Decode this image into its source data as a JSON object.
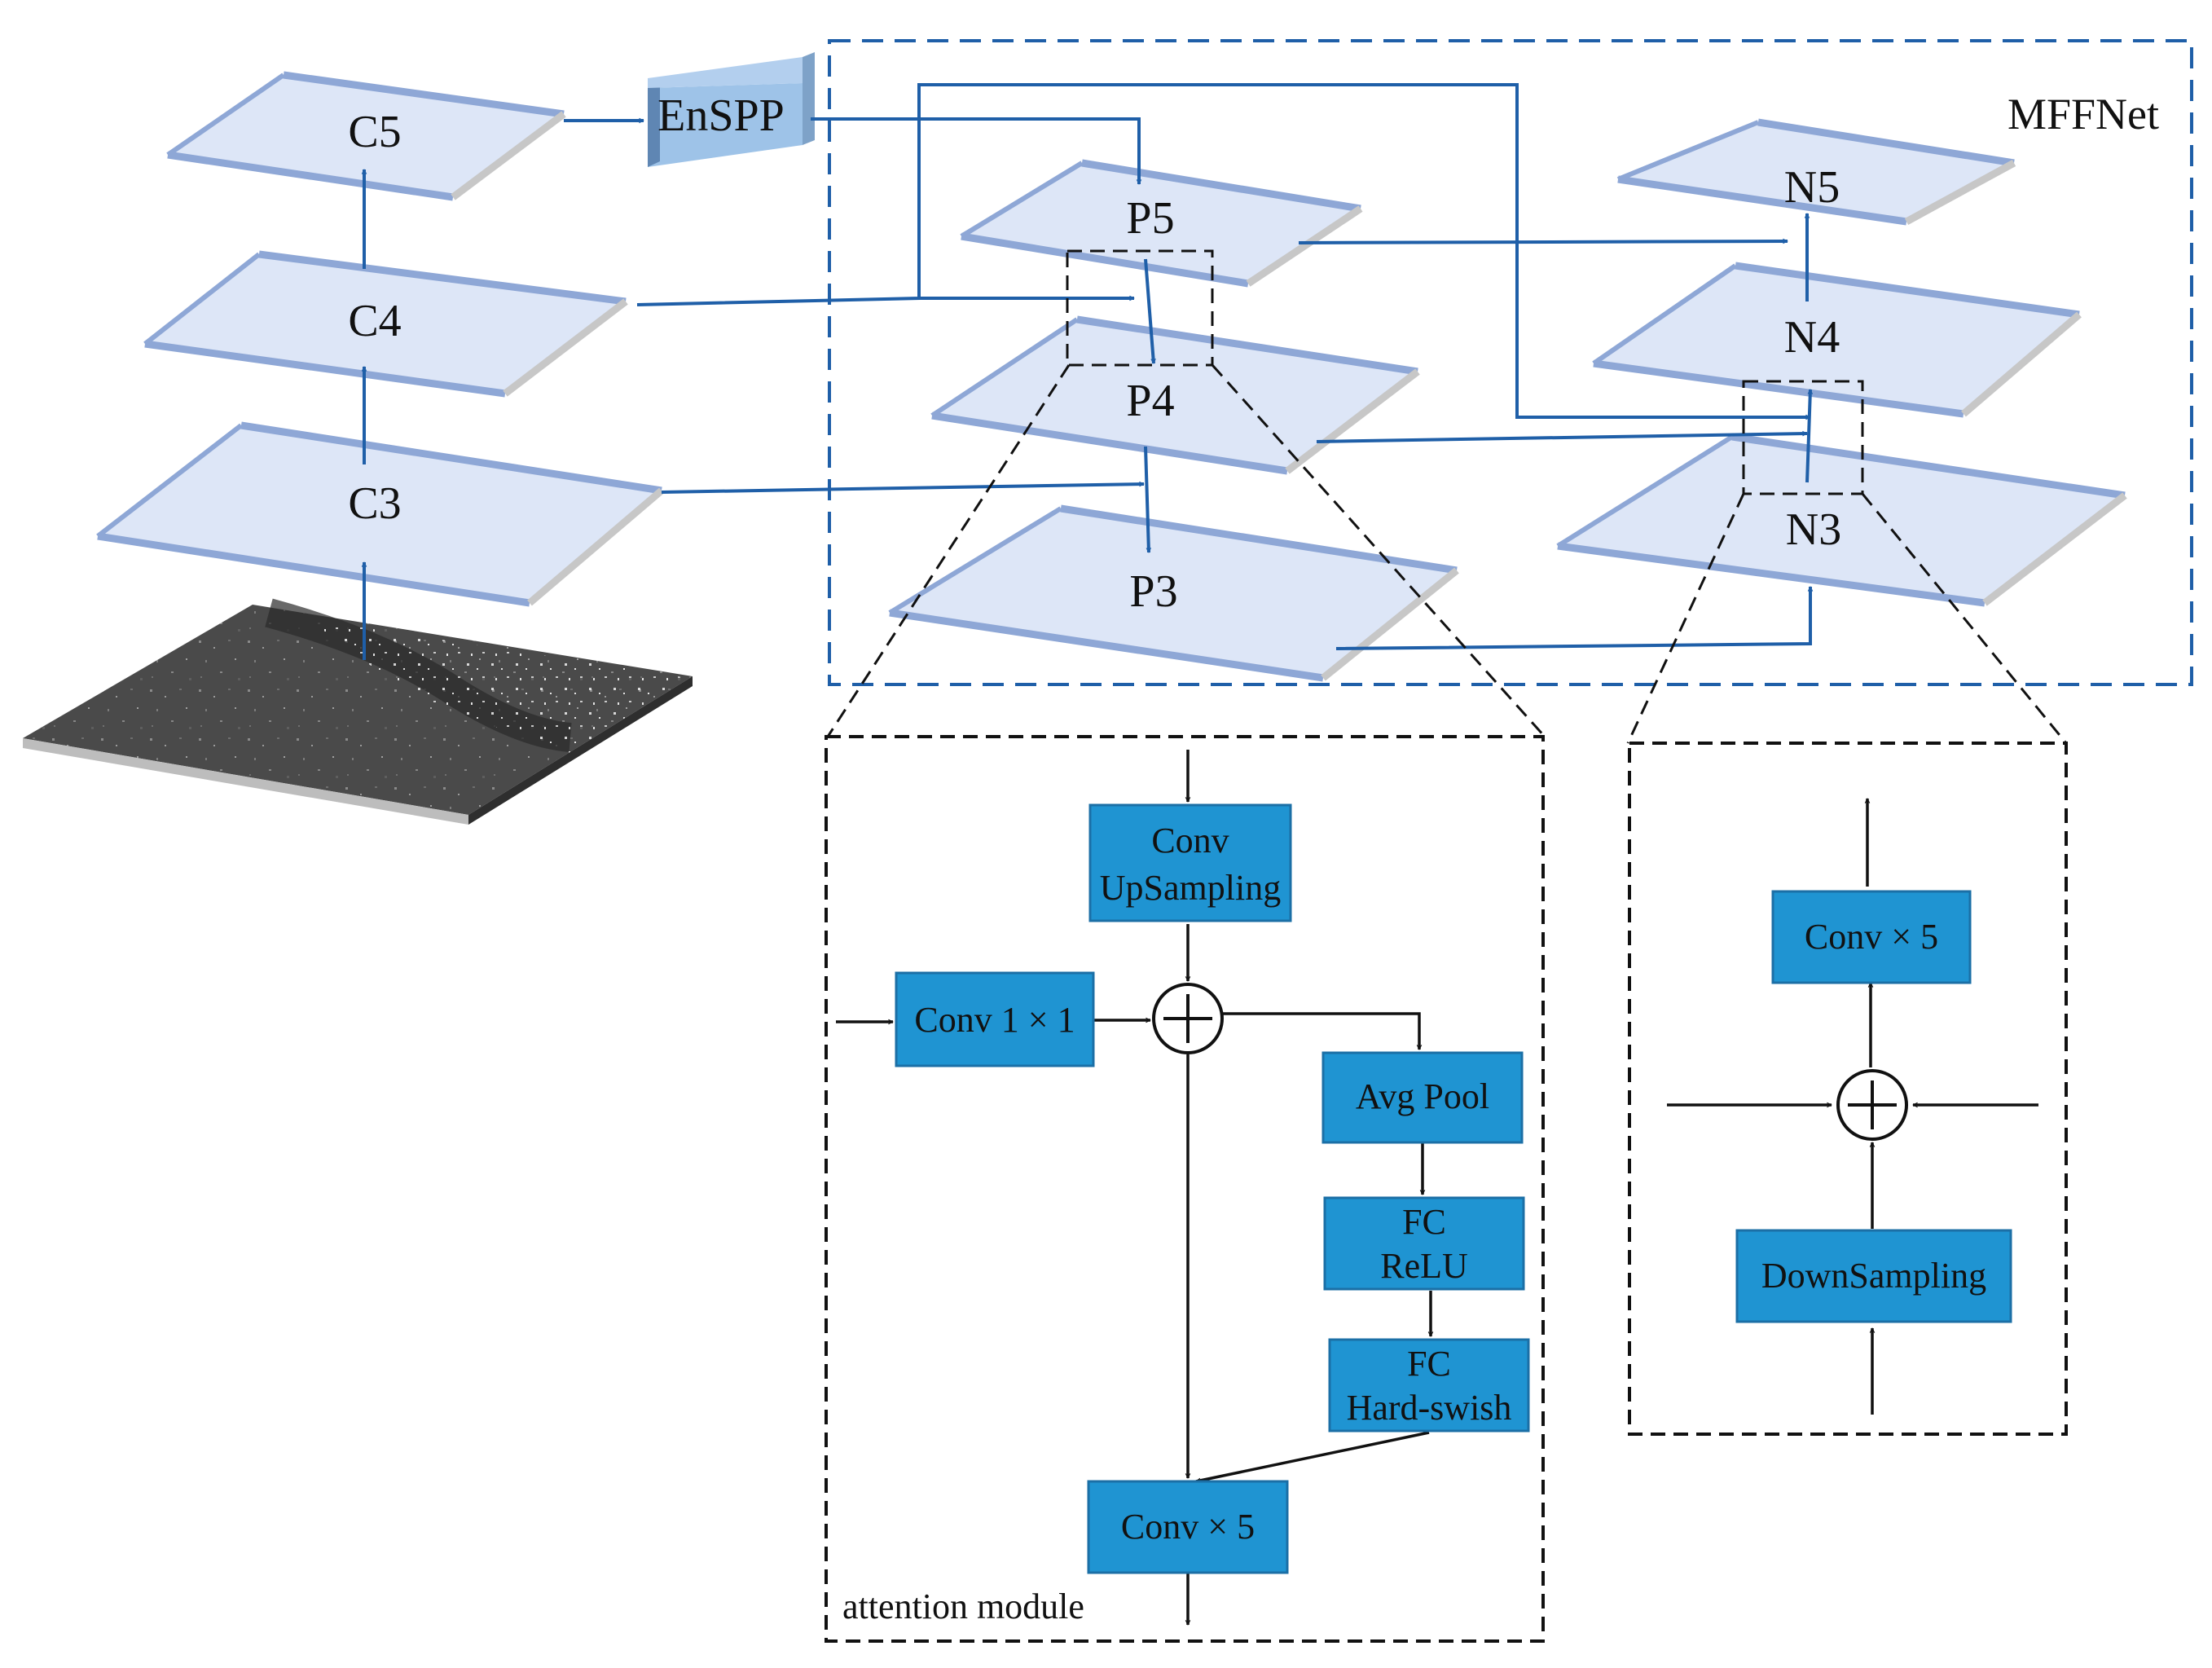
{
  "title": "MFFNet",
  "backbone": {
    "c3": "C3",
    "c4": "C4",
    "c5": "C5",
    "enspp": "EnSPP"
  },
  "topdown": {
    "p3": "P3",
    "p4": "P4",
    "p5": "P5"
  },
  "bottomup": {
    "n3": "N3",
    "n4": "N4",
    "n5": "N5"
  },
  "attention": {
    "caption": "attention module",
    "conv_upsampling": [
      "Conv",
      "UpSampling"
    ],
    "conv1x1": "Conv 1 × 1",
    "avg_pool": "Avg Pool",
    "fc_relu": [
      "FC",
      "ReLU"
    ],
    "fc_hswish": [
      "FC",
      "Hard-swish"
    ],
    "conv5": "Conv × 5"
  },
  "downsample_module": {
    "conv5": "Conv × 5",
    "downsampling": "DownSampling"
  },
  "colors": {
    "plane_fill": "#dde6f7",
    "plane_edge": "#8ea7d6",
    "plane_shadow": "#c7c7c7",
    "arrow_blue": "#1f5fa8",
    "box_fill": "#1f94d2",
    "box_edge": "#1b6fa6",
    "dashed": "#111111"
  }
}
